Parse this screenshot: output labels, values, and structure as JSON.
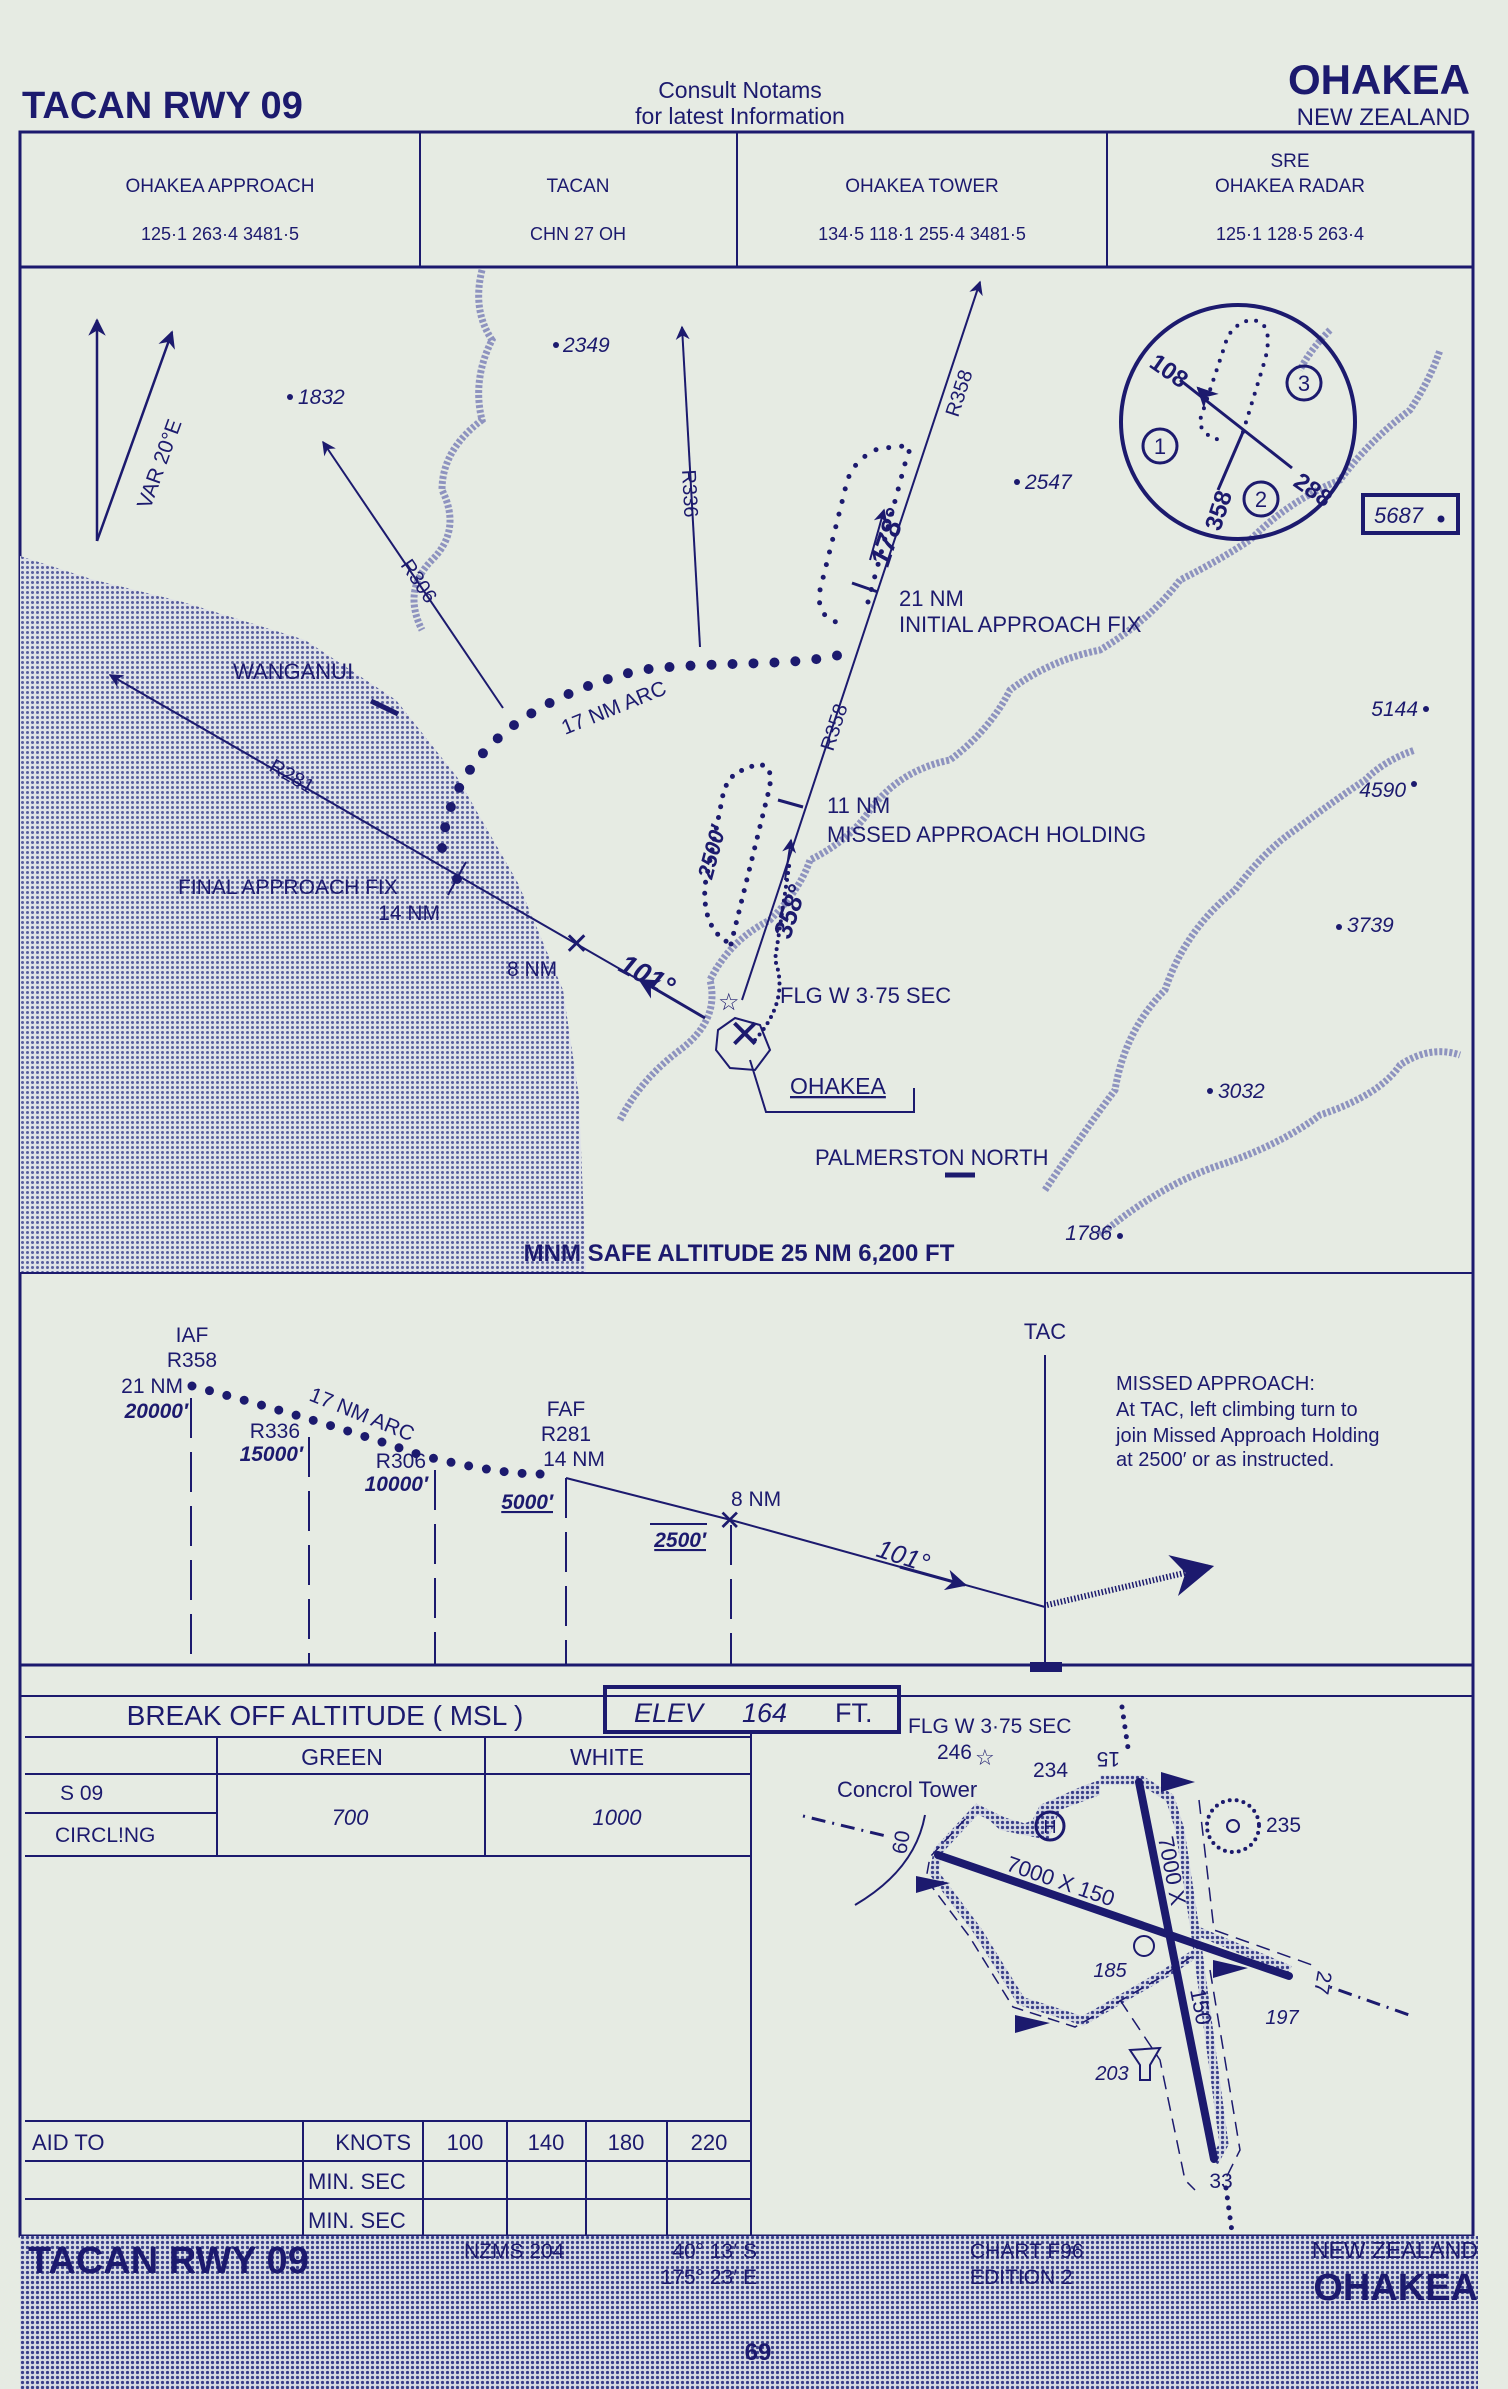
{
  "colors": {
    "ink": "#1c1a6e",
    "paper": "#e6ebe3",
    "river": "#8e93bf"
  },
  "header": {
    "title": "TACAN RWY 09",
    "notice_line1": "Consult  Notams",
    "notice_line2": "for latest Information",
    "airport": "OHAKEA",
    "country": "NEW ZEALAND"
  },
  "comms": [
    {
      "name": "OHAKEA  APPROACH",
      "freqs": "125·1  263·4  3481·5"
    },
    {
      "name": "TACAN",
      "freqs": "CHN  27  OH"
    },
    {
      "name": "OHAKEA TOWER",
      "freqs": "134·5  118·1  255·4  3481·5"
    },
    {
      "name_top": "SRE",
      "name": "OHAKEA RADAR",
      "freqs": "125·1  128·5  263·4"
    }
  ],
  "plan": {
    "var": "VAR  20°E",
    "spot_heights": [
      "1832",
      "2349",
      "2547",
      "5144",
      "4590",
      "3739",
      "3032",
      "1786"
    ],
    "max_elev_box": "5687",
    "radials": {
      "r306": "R306",
      "r336": "R336",
      "r358_upper": "R358",
      "r358_lower": "R358",
      "r281": "R281"
    },
    "wanganui": "WANGANUI",
    "arc": "17 NM ARC",
    "faf_label": "FINAL APPROACH FIX",
    "faf_dist": "14 NM",
    "fix_8nm": "8 NM",
    "final_course": "101°",
    "beacon": "FLG W 3·75 SEC",
    "airport": "OHAKEA",
    "city": "PALMERSTON NORTH",
    "iaf_dist": "21 NM",
    "iaf_label": "INITIAL APPROACH FIX",
    "hold_course": "178°",
    "ma_dist": "11 NM",
    "ma_label": "MISSED APPROACH HOLDING",
    "ma_alt": "2500′",
    "ma_course": "358°",
    "msa": "MNM SAFE ALTITUDE 25 NM   6,200 FT",
    "inset": {
      "r108": "108",
      "r288": "288",
      "r358": "358",
      "sectors": [
        "1",
        "2",
        "3"
      ]
    }
  },
  "profile": {
    "iaf": "IAF",
    "iaf_radial": "R358",
    "iaf_dist": "21 NM",
    "iaf_alt": "20000′",
    "r336": "R336",
    "r336_alt": "15000′",
    "r306": "R306",
    "r306_alt": "10000′",
    "arc": "17 NM ARC",
    "faf": "FAF",
    "faf_radial": "R281",
    "faf_dist": "14 NM",
    "faf_alt": "5000′",
    "fix": "8 NM",
    "fix_alt": "2500′",
    "course": "101°",
    "tac": "TAC",
    "missed": [
      "MISSED APPROACH:",
      "At TAC, left climbing turn to",
      "join Missed Approach Holding",
      "at 2500′ or as instructed."
    ]
  },
  "minima": {
    "title": "BREAK OFF ALTITUDE   ( MSL )",
    "elev_label": "ELEV",
    "elev_value": "164",
    "elev_unit": "FT.",
    "col_green": "GREEN",
    "col_white": "WHITE",
    "row_s09": "S 09",
    "row_circling": "CIRCL!NG",
    "green_value": "700",
    "white_value": "1000"
  },
  "aid_table": {
    "label": "AID TO",
    "knots": "KNOTS",
    "speeds": [
      "100",
      "140",
      "180",
      "220"
    ],
    "row_label": "MIN. SEC"
  },
  "airport_diagram": {
    "beacon": "FLG W 3·75 SEC",
    "beacon_elev": "246",
    "tower": "Concrol Tower",
    "tower_elev": "234",
    "heli": "H",
    "tank_elev": "235",
    "rwy_0927": "7000 X 150",
    "rwy_1533_a": "7000 X",
    "rwy_1533_b": "150",
    "obs_185": "185",
    "obs_197": "197",
    "obs_203": "203",
    "rwy15": "15",
    "rwy33": "33",
    "rwy27": "27",
    "rwy09": "60"
  },
  "footer": {
    "title": "TACAN RWY 09",
    "map_ref": "NZMS  204",
    "lat": "40° 13′ S",
    "lon": "175° 23′ E",
    "chart": "CHART F96",
    "edition": "EDITION 2",
    "country": "NEW ZEALAND",
    "airport": "OHAKEA",
    "page": "69"
  }
}
